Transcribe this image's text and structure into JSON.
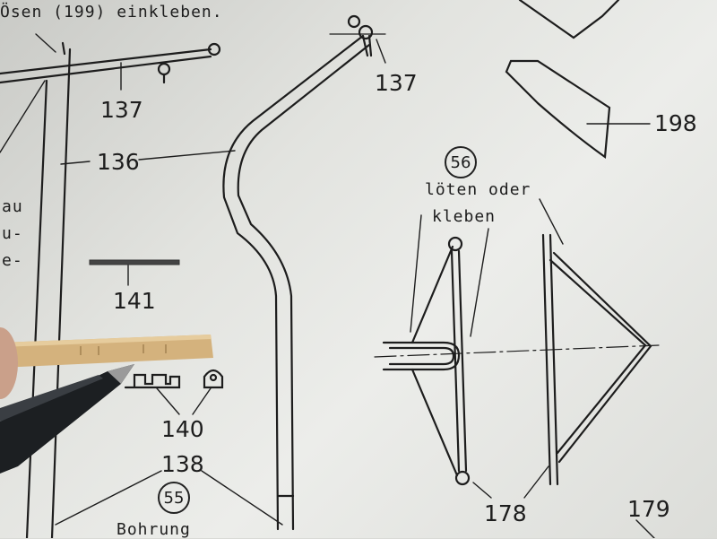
{
  "labels": {
    "top_text": "Ösen (199) einkleben.",
    "n137_left": "137",
    "n137_right": "137",
    "n136": "136",
    "n141": "141",
    "n140": "140",
    "n138": "138",
    "n198": "198",
    "n178": "178",
    "n179": "179",
    "circle_56": "56",
    "circle_55": "55",
    "loeten_oder": "löten oder",
    "kleben": "kleben",
    "bohrung": "Bohrung",
    "side_au": "au",
    "side_u": "u-",
    "side_e": "e-"
  },
  "colors": {
    "paper": "#e8e9e5",
    "ink": "#1d1d1d",
    "wood": "#d8b784",
    "pen": "#1a1c1e"
  }
}
